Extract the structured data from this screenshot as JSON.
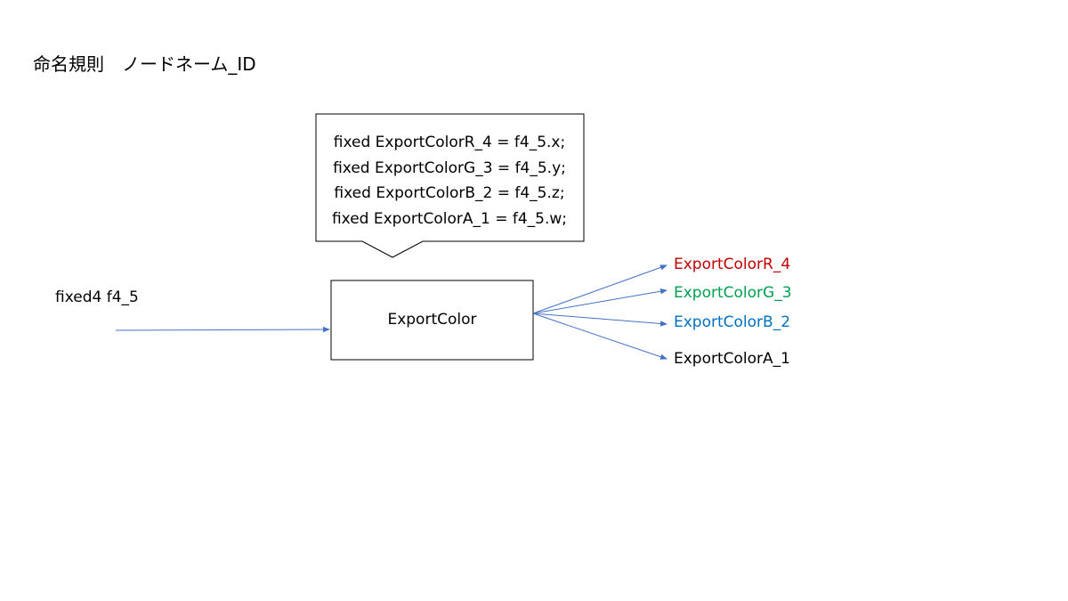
{
  "title": "命名規則　ノードネーム_ID",
  "callout": {
    "lines": [
      "fixed ExportColorR_4 = f4_5.x;",
      "fixed ExportColorG_3 = f4_5.y;",
      "fixed ExportColorB_2 = f4_5.z;",
      "fixed ExportColorA_1 = f4_5.w;"
    ]
  },
  "input": {
    "label": "fixed4 f4_5"
  },
  "node": {
    "label": "ExportColor"
  },
  "outputs": [
    {
      "label": "ExportColorR_4",
      "color": "#c00000"
    },
    {
      "label": "ExportColorG_3",
      "color": "#00a050"
    },
    {
      "label": "ExportColorB_2",
      "color": "#0070c0"
    },
    {
      "label": "ExportColorA_1",
      "color": "#000000"
    }
  ],
  "colors": {
    "connector": "#4472c4",
    "border": "#000000"
  }
}
